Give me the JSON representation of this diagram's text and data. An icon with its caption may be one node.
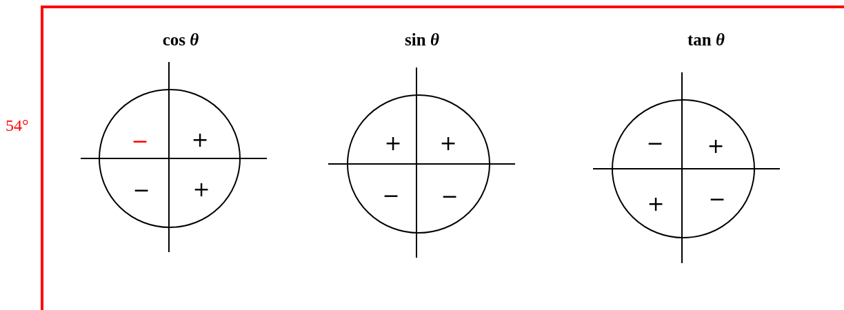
{
  "diagram": {
    "nodes": [
      {
        "text": [
          "cos *θ*",
          "−",
          "+",
          "−",
          "+"
        ]
      },
      {
        "text": [
          "sin *θ*",
          "+",
          "+",
          "−",
          "−"
        ]
      },
      {
        "text": [
          "tan *θ*",
          "−",
          "+",
          "+",
          "−"
        ]
      }
    ],
    "labels": [
      "54°"
    ]
  }
}
